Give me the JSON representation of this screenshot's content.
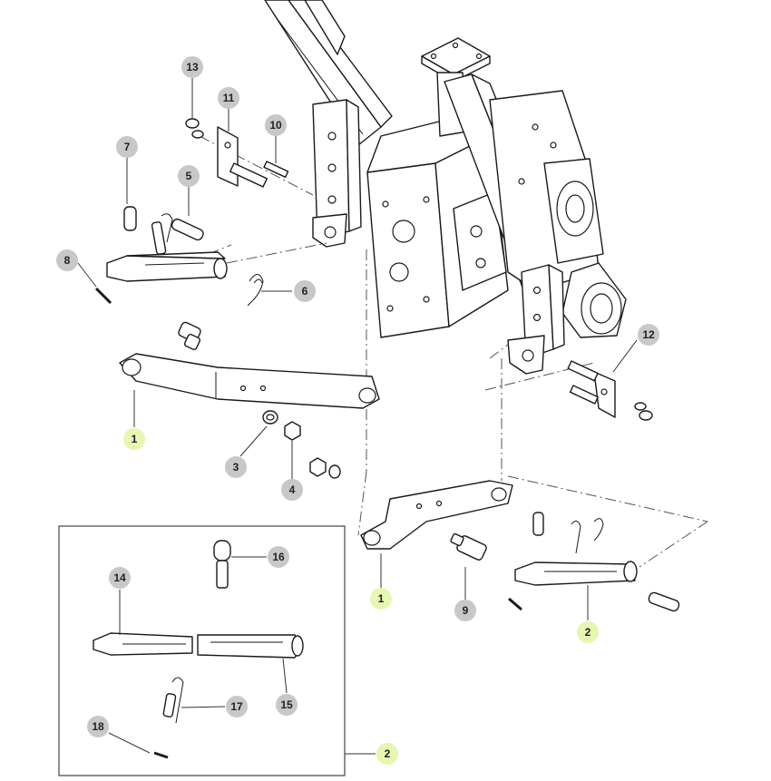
{
  "callouts": [
    {
      "id": "c13",
      "label": "13",
      "highlight": false
    },
    {
      "id": "c11",
      "label": "11",
      "highlight": false
    },
    {
      "id": "c10",
      "label": "10",
      "highlight": false
    },
    {
      "id": "c7",
      "label": "7",
      "highlight": false
    },
    {
      "id": "c5",
      "label": "5",
      "highlight": false
    },
    {
      "id": "c8",
      "label": "8",
      "highlight": false
    },
    {
      "id": "c6",
      "label": "6",
      "highlight": false
    },
    {
      "id": "c12",
      "label": "12",
      "highlight": false
    },
    {
      "id": "c1a",
      "label": "1",
      "highlight": true
    },
    {
      "id": "c3",
      "label": "3",
      "highlight": false
    },
    {
      "id": "c4",
      "label": "4",
      "highlight": false
    },
    {
      "id": "c1b",
      "label": "1",
      "highlight": true
    },
    {
      "id": "c9",
      "label": "9",
      "highlight": false
    },
    {
      "id": "c2a",
      "label": "2",
      "highlight": true
    },
    {
      "id": "c16",
      "label": "16",
      "highlight": false
    },
    {
      "id": "c14",
      "label": "14",
      "highlight": false
    },
    {
      "id": "c15",
      "label": "15",
      "highlight": false
    },
    {
      "id": "c17",
      "label": "17",
      "highlight": false
    },
    {
      "id": "c18",
      "label": "18",
      "highlight": false
    },
    {
      "id": "c2b",
      "label": "2",
      "highlight": true
    }
  ],
  "colors": {
    "badge_gray": "#c8c8c8",
    "badge_highlight": "#e5f7b0",
    "line": "#1a1a1a"
  }
}
